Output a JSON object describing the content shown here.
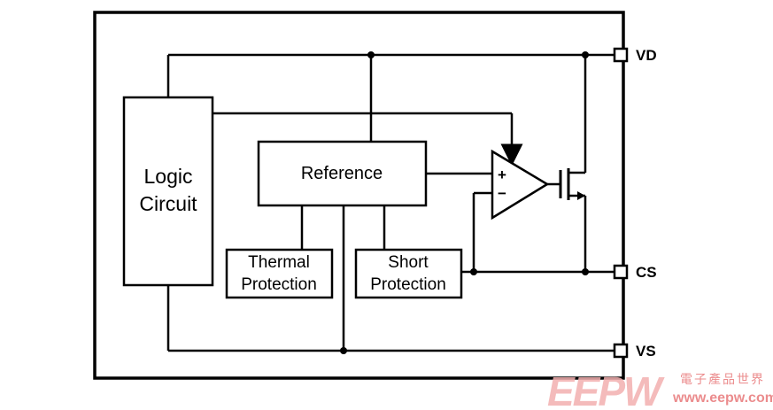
{
  "blocks": {
    "logic": [
      "Logic",
      "Circuit"
    ],
    "reference": "Reference",
    "thermal": [
      "Thermal",
      "Protection"
    ],
    "short": [
      "Short",
      "Protection"
    ]
  },
  "amplifier": {
    "plus": "+",
    "minus": "−"
  },
  "pins": {
    "vd": "VD",
    "cs": "CS",
    "vs": "VS"
  },
  "watermark": {
    "logo": "EEPW",
    "tagline": "電子產品世界",
    "url": "www.eepw.com.cn",
    "color": "#e8787a"
  }
}
